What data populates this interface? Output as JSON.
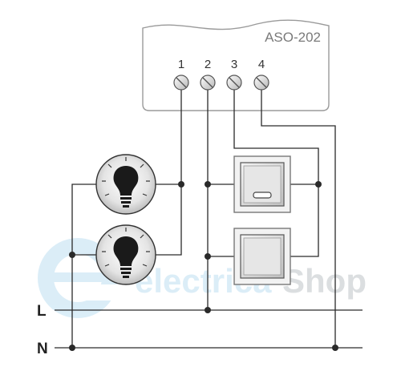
{
  "device": {
    "model": "ASO-202",
    "terminals": [
      "1",
      "2",
      "3",
      "4"
    ]
  },
  "lines": {
    "live": "L",
    "neutral": "N"
  },
  "lamps": [
    {
      "id": "lamp-1",
      "icon": "light-bulb-icon"
    },
    {
      "id": "lamp-2",
      "icon": "light-bulb-icon"
    }
  ],
  "switches": [
    {
      "id": "switch-1",
      "icon": "illuminated-push-button-icon",
      "indicator": true
    },
    {
      "id": "switch-2",
      "icon": "push-button-icon",
      "indicator": false
    }
  ],
  "watermark": {
    "text_primary": "electrica",
    "text_secondary": "Shop",
    "logo": "e-logo-icon"
  },
  "colors": {
    "wire": "#2a2a2a",
    "box_outline": "#9a9a9a",
    "text": "#7a7a7a",
    "watermark": "#b9dff0"
  }
}
